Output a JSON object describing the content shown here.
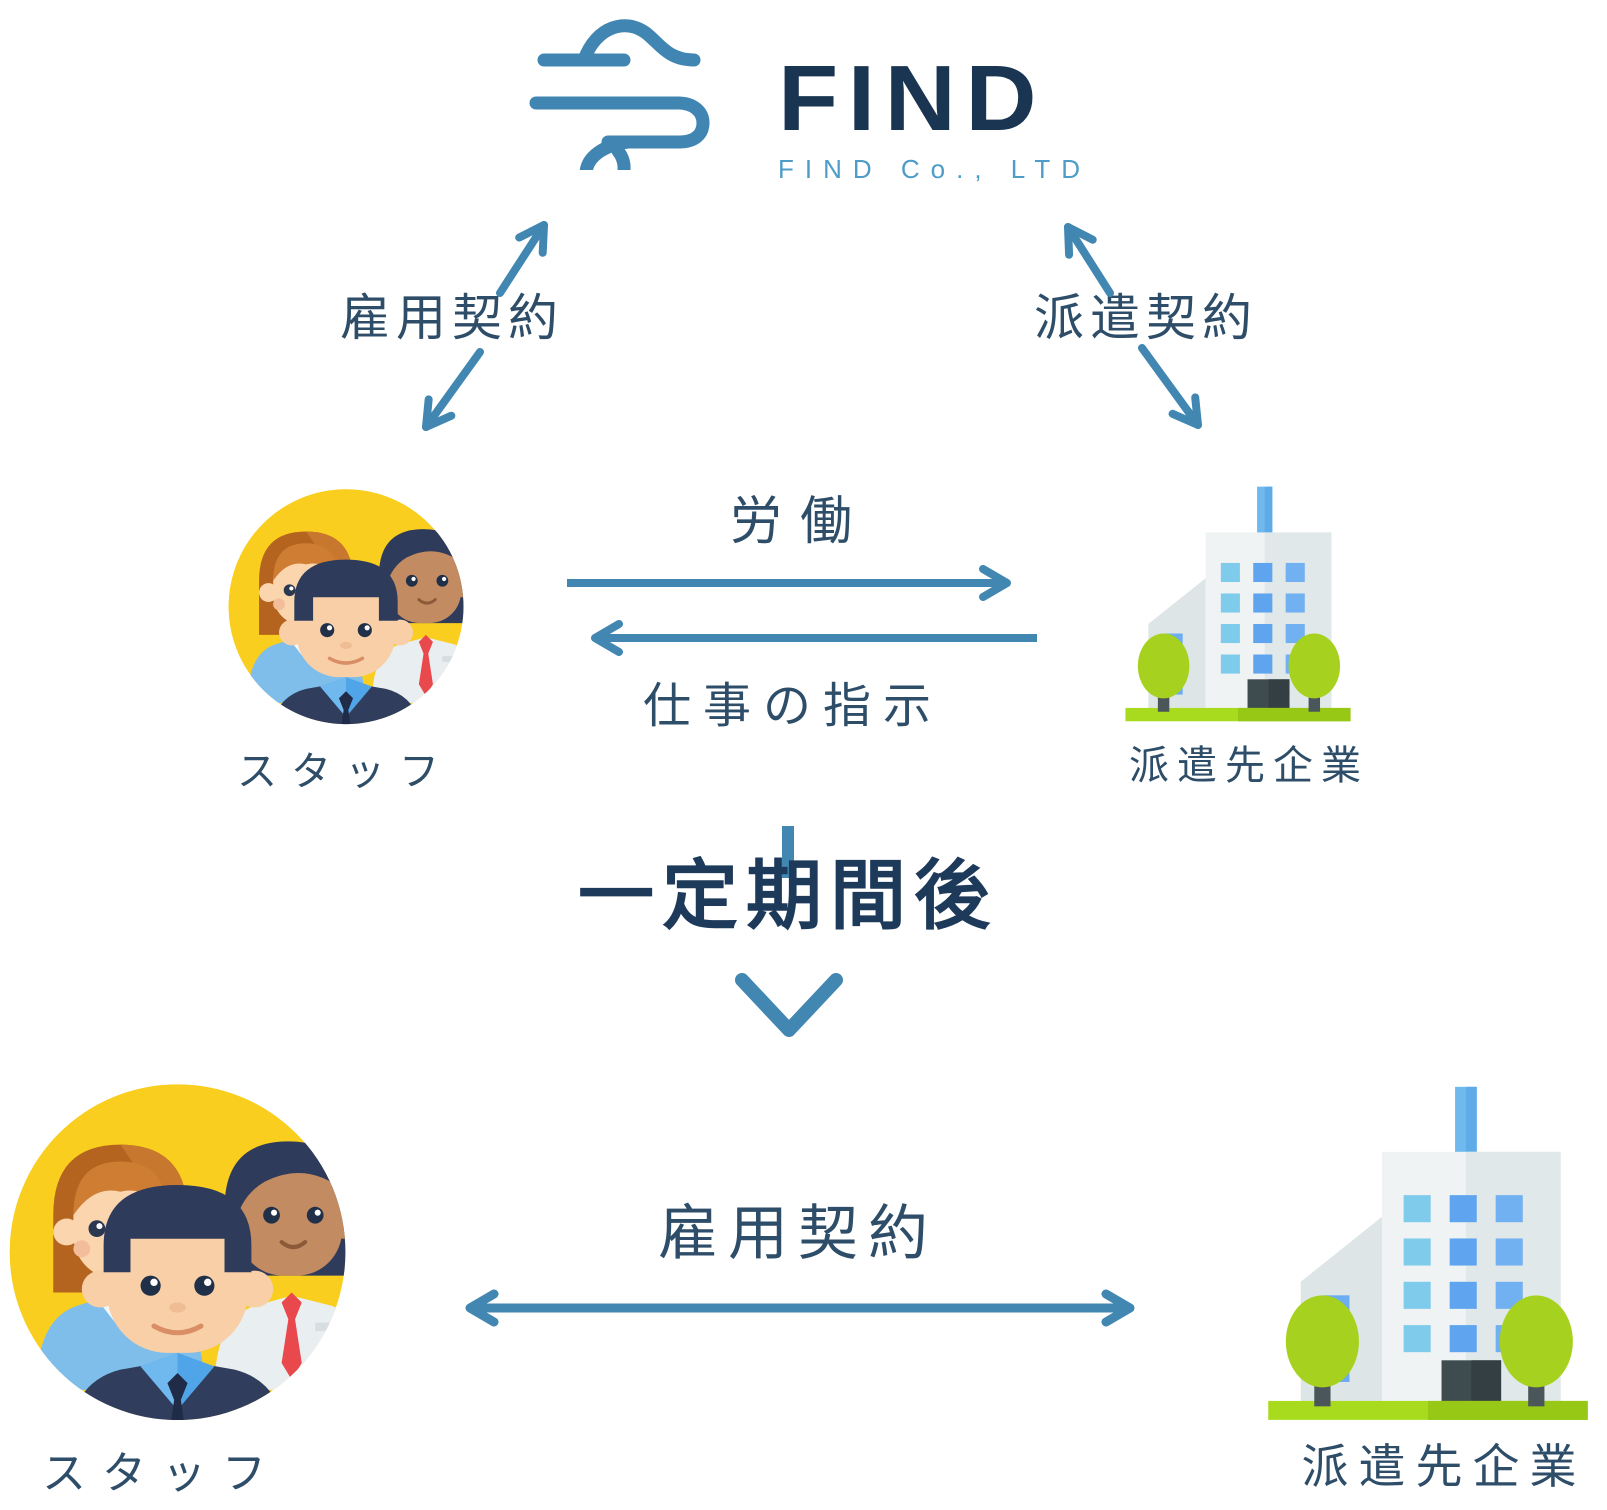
{
  "logo": {
    "wordmark": "FIND",
    "subtitle": "FIND Co., LTD"
  },
  "relations": {
    "staff_contract": "雇用契約",
    "dispatch_contract": "派遣契約",
    "labor": "労働",
    "work_instruction": "仕事の指示",
    "transition": "一定期間後",
    "direct_contract": "雇用契約"
  },
  "entities": {
    "staff": "スタッフ",
    "client_company": "派遣先企業",
    "staff_after": "スタッフ",
    "client_company_after": "派遣先企業"
  },
  "colors": {
    "arrow_blue": "#4187B2",
    "label_navy": "#2E4D68",
    "logo_navy": "#1A3551",
    "logo_icon_blue": "#4186B2",
    "logo_sub_blue": "#4E9CC8",
    "avatar_circle_yellow": "#F9CE1F",
    "building_body": "#EFF3F3",
    "tree_green": "#A6D21F",
    "grass_green": "#A8DA1D",
    "tie_red": "#E9484D"
  }
}
